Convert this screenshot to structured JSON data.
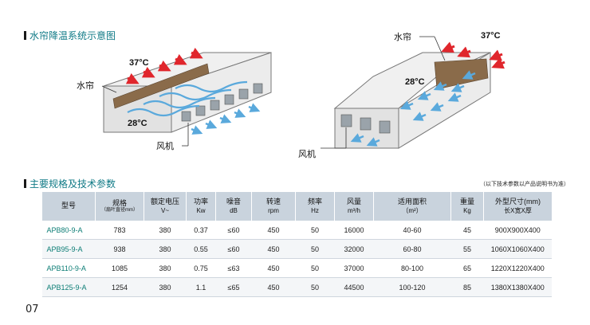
{
  "section1": {
    "title": "水帘降温系统示意图"
  },
  "diagram": {
    "left": {
      "hot": "37°C",
      "cool": "28°C",
      "curtain": "水帘",
      "fan": "风机"
    },
    "right": {
      "hot": "37°C",
      "cool": "28°C",
      "curtain": "水帘",
      "fan": "风机"
    }
  },
  "section2": {
    "title": "主要规格及技术参数",
    "note": "（以下技术参数以产品说明书为准）"
  },
  "table": {
    "headers": [
      {
        "label": "型号",
        "unit": ""
      },
      {
        "label": "规格",
        "unit": "（扇叶直径mm）"
      },
      {
        "label": "额定电压",
        "unit": "V~"
      },
      {
        "label": "功率",
        "unit": "Kw"
      },
      {
        "label": "噪音",
        "unit": "dB"
      },
      {
        "label": "转速",
        "unit": "rpm"
      },
      {
        "label": "频率",
        "unit": "Hz"
      },
      {
        "label": "风量",
        "unit": "m³/h"
      },
      {
        "label": "适用面积",
        "unit": "（m²）"
      },
      {
        "label": "重量",
        "unit": "Kg"
      },
      {
        "label": "外型尺寸(mm)",
        "unit": "长X宽X厚"
      }
    ],
    "rows": [
      [
        "APB80-9-A",
        "783",
        "380",
        "0.37",
        "≤60",
        "450",
        "50",
        "16000",
        "40-60",
        "45",
        "900X900X400"
      ],
      [
        "APB95-9-A",
        "938",
        "380",
        "0.55",
        "≤60",
        "450",
        "50",
        "32000",
        "60-80",
        "55",
        "1060X1060X400"
      ],
      [
        "APB110-9-A",
        "1085",
        "380",
        "0.75",
        "≤63",
        "450",
        "50",
        "37000",
        "80-100",
        "65",
        "1220X1220X400"
      ],
      [
        "APB125-9-A",
        "1254",
        "380",
        "1.1",
        "≤65",
        "450",
        "50",
        "44500",
        "100-120",
        "85",
        "1380X1380X400"
      ]
    ]
  },
  "page": {
    "number": "07"
  },
  "colors": {
    "accent": "#0f7a86",
    "hot_arrow": "#e0262c",
    "cool_arrow": "#5aa9dc",
    "header_bg": "#c9d3dd",
    "curtain": "#8a6b4a"
  }
}
